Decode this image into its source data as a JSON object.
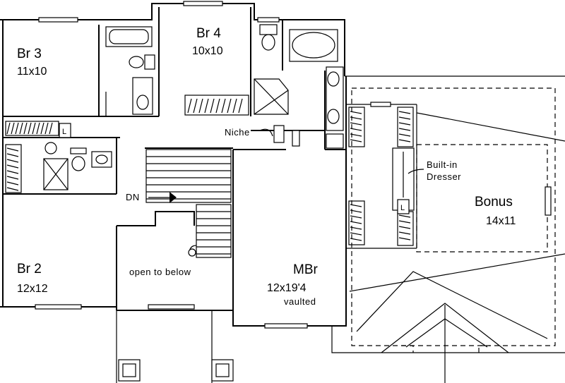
{
  "rooms": {
    "br3": {
      "name": "Br 3",
      "size": "11x10"
    },
    "br4": {
      "name": "Br 4",
      "size": "10x10"
    },
    "br2": {
      "name": "Br 2",
      "size": "12x12"
    },
    "mbr": {
      "name": "MBr",
      "size": "12x19'4",
      "note": "vaulted"
    },
    "bonus": {
      "name": "Bonus",
      "size": "14x11"
    }
  },
  "labels": {
    "niche": "Niche",
    "dn": "DN",
    "open_to_below": "open to below",
    "built_in_line1": "Built-in",
    "built_in_line2": "Dresser",
    "linen_l": "L"
  }
}
